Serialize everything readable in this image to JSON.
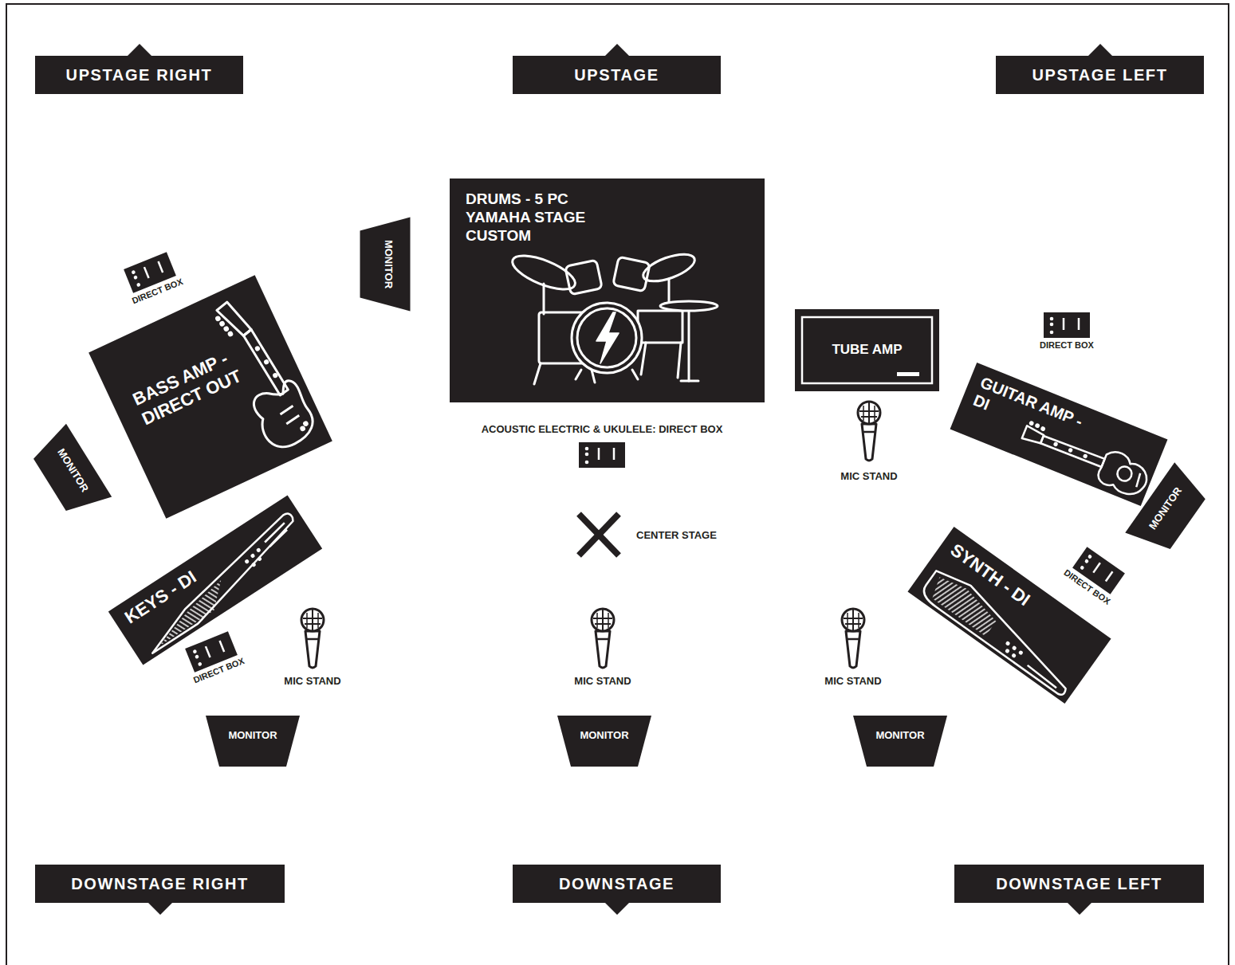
{
  "diagram": {
    "nodes": [
      {
        "text": [
          "UPSTAGE RIGHT"
        ]
      },
      {
        "text": [
          "UPSTAGE"
        ]
      },
      {
        "text": [
          "UPSTAGE LEFT"
        ]
      },
      {
        "text": [
          "DIRECT BOX"
        ]
      },
      {
        "text": [
          "MONITOR"
        ]
      },
      {
        "text": [
          "DRUMS - 5 PC YAMAHA STAGE CUSTOM"
        ]
      },
      {
        "text": [
          "TUBE AMP"
        ]
      },
      {
        "text": [
          "DIRECT BOX"
        ]
      },
      {
        "text": [
          "BASS AMP - DIRECT OUT"
        ]
      },
      {
        "text": [
          "GUITAR AMP - DI"
        ]
      },
      {
        "text": [
          "ACOUSTIC ELECTRIC & UKULELE: DIRECT BOX"
        ]
      },
      {
        "text": [
          "MONITOR"
        ]
      },
      {
        "text": [
          "MONITOR"
        ]
      },
      {
        "text": [
          "KEYS - DI"
        ]
      },
      {
        "text": [
          "SYNTH - DI"
        ]
      },
      {
        "text": [
          "DIRECT BOX"
        ]
      },
      {
        "text": [
          "DIRECT BOX"
        ]
      },
      {
        "text": [
          "MONITOR"
        ]
      },
      {
        "text": [
          "MONITOR"
        ]
      },
      {
        "text": [
          "MONITOR"
        ]
      },
      {
        "text": [
          "DOWNSTAGE RIGHT"
        ]
      },
      {
        "text": [
          "DOWNSTAGE"
        ]
      },
      {
        "text": [
          "DOWNSTAGE LEFT"
        ]
      }
    ],
    "labels": [
      "MIC STAND",
      "MIC STAND",
      "MIC STAND",
      "MIC STAND",
      "CENTER STAGE"
    ]
  }
}
